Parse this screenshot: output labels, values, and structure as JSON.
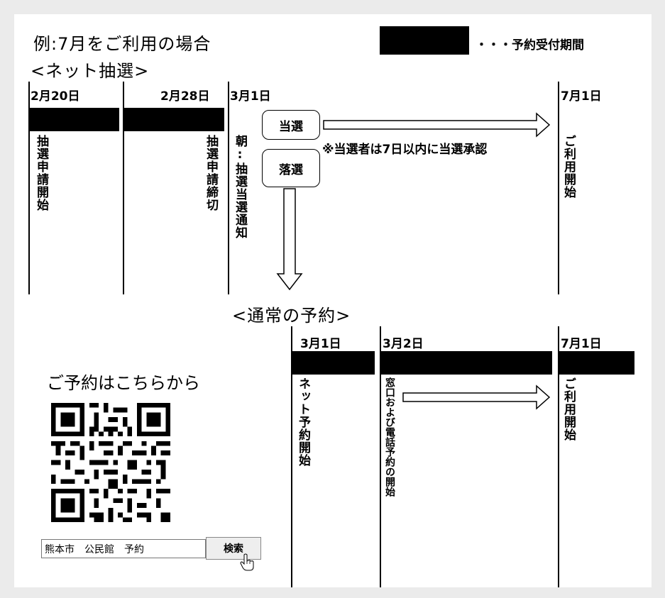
{
  "example_title": "例:7月をご利用の場合",
  "legend": {
    "label": "・・・予約受付期間",
    "swatch_color": "#000000"
  },
  "lottery_section": {
    "heading": "<ネット抽選>",
    "columns": [
      {
        "date": "2月20日",
        "text": "抽選申請開始"
      },
      {
        "date": "2月28日",
        "text": "抽選申請締切"
      },
      {
        "date": "3月1日",
        "text": "朝:抽選当選通知"
      },
      {
        "date": "7月1日",
        "text": "ご利用開始"
      }
    ],
    "won_label": "当選",
    "lost_label": "落選",
    "won_note": "※当選者は7日以内に当選承認"
  },
  "regular_section": {
    "heading": "<通常の予約>",
    "columns": [
      {
        "date": "3月1日",
        "text": "ネット予約開始"
      },
      {
        "date": "3月2日",
        "text": "窓口および電話予約の開始"
      },
      {
        "date": "7月1日",
        "text": "ご利用開始"
      }
    ]
  },
  "qr_section": {
    "title": "ご予約はこちらから",
    "search_query": "熊本市　公民館　予約",
    "search_button": "検索",
    "icons": [
      "qr-code-icon",
      "pointer-hand-icon"
    ]
  }
}
